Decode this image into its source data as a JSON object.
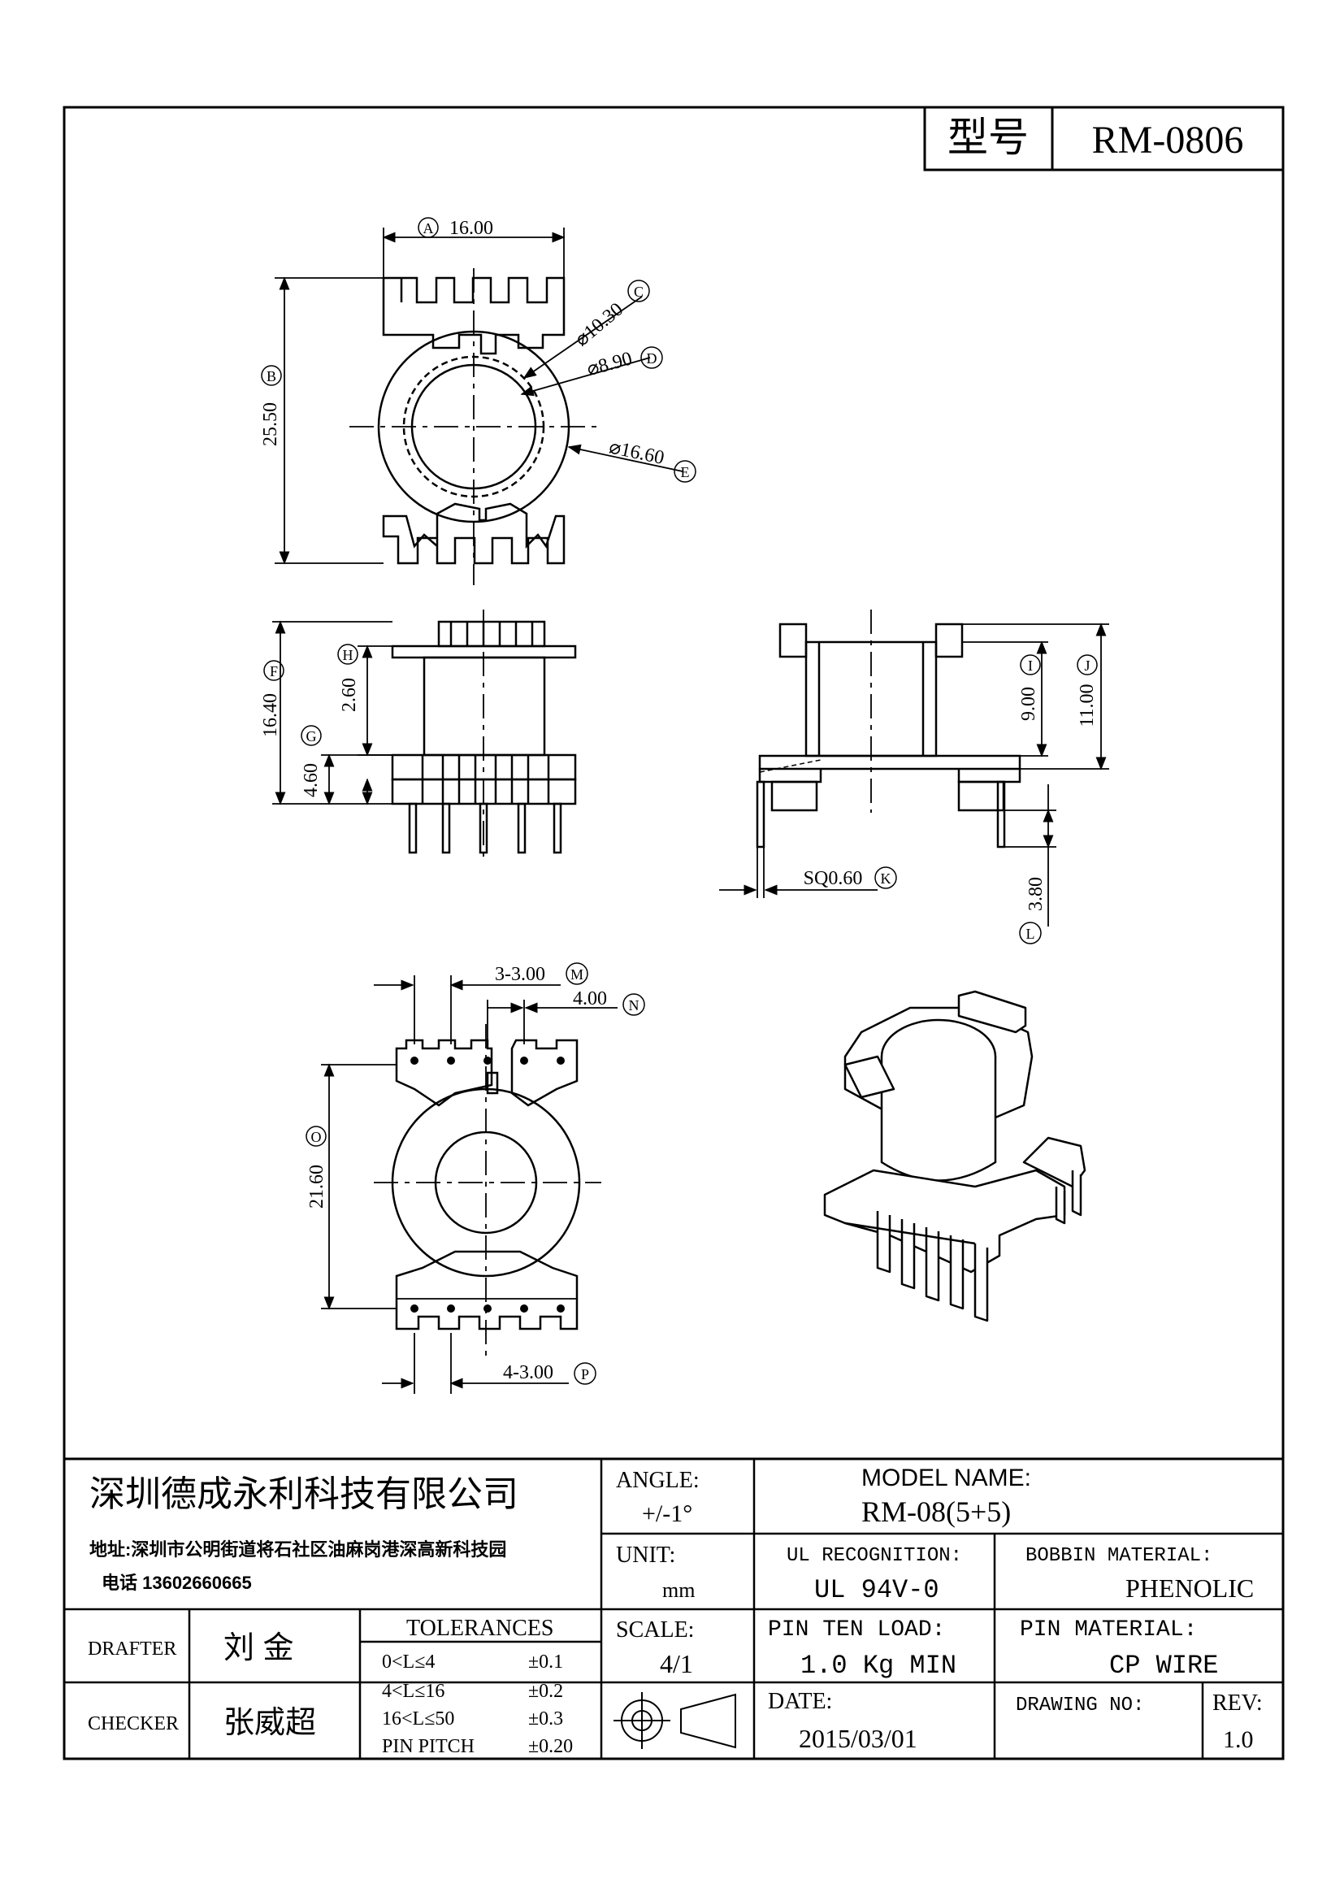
{
  "header": {
    "model_label": "型号",
    "model_value": "RM-0806"
  },
  "dims": {
    "a": "16.00",
    "a_ref": "A",
    "b": "25.50",
    "b_ref": "B",
    "c": "⌀10.30",
    "c_ref": "C",
    "d": "⌀8.90",
    "d_ref": "D",
    "e": "⌀16.60",
    "e_ref": "E",
    "f": "16.40",
    "f_ref": "F",
    "g": "4.60",
    "g_ref": "G",
    "h": "2.60",
    "h_ref": "H",
    "i": "9.00",
    "i_ref": "I",
    "j": "11.00",
    "j_ref": "J",
    "k": "SQ0.60",
    "k_ref": "K",
    "l": "3.80",
    "l_ref": "L",
    "m": "3-3.00",
    "m_ref": "M",
    "n": "4.00",
    "n_ref": "N",
    "o": "21.60",
    "o_ref": "O",
    "p": "4-3.00",
    "p_ref": "P"
  },
  "title_block": {
    "company": "深圳德成永利科技有限公司",
    "address": "地址:深圳市公明街道将石社区油麻岗港深高新科技园",
    "phone": "电话 13602660665",
    "angle_label": "ANGLE:",
    "angle_value": "+/-1°",
    "model_name_label": "MODEL NAME:",
    "model_name_value": "RM-08(5+5)",
    "unit_label": "UNIT:",
    "unit_value": "mm",
    "ul_label": "UL RECOGNITION:",
    "ul_value": "UL 94V-0",
    "bobbin_label": "BOBBIN MATERIAL:",
    "bobbin_value": "PHENOLIC",
    "drafter_label": "DRAFTER",
    "drafter_value": "刘  金",
    "checker_label": "CHECKER",
    "checker_value": "张威超",
    "tolerances_label": "TOLERANCES",
    "tol_rows": [
      {
        "range": "0<L≤4",
        "tol": "±0.1"
      },
      {
        "range": "4<L≤16",
        "tol": "±0.2"
      },
      {
        "range": "16<L≤50",
        "tol": "±0.3"
      },
      {
        "range": "PIN PITCH",
        "tol": "±0.20"
      }
    ],
    "scale_label": "SCALE:",
    "scale_value": "4/1",
    "pin_load_label": "PIN TEN LOAD:",
    "pin_load_value": "1.0 Kg MIN",
    "pin_material_label": "PIN MATERIAL:",
    "pin_material_value": "CP WIRE",
    "date_label": "DATE:",
    "date_value": "2015/03/01",
    "drawing_no_label": "DRAWING NO:",
    "rev_label": "REV:",
    "rev_value": "1.0"
  }
}
